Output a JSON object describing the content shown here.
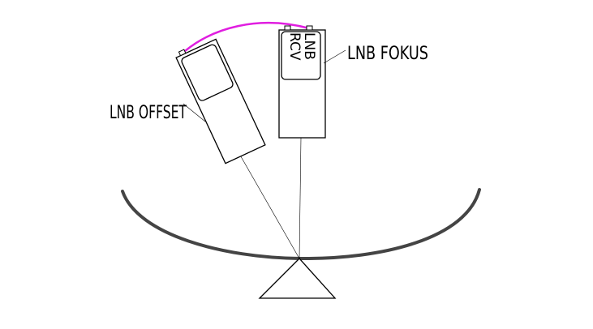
{
  "labels": {
    "lnb_offset": "LNB OFFSET",
    "lnb_fokus": "LNB FOKUS",
    "fokus_box_line1": "LNB",
    "fokus_box_line2": "RCV"
  },
  "colors": {
    "outline": "#000000",
    "dish": "#444444",
    "cable": "#e01ee0",
    "background": "#ffffff"
  }
}
